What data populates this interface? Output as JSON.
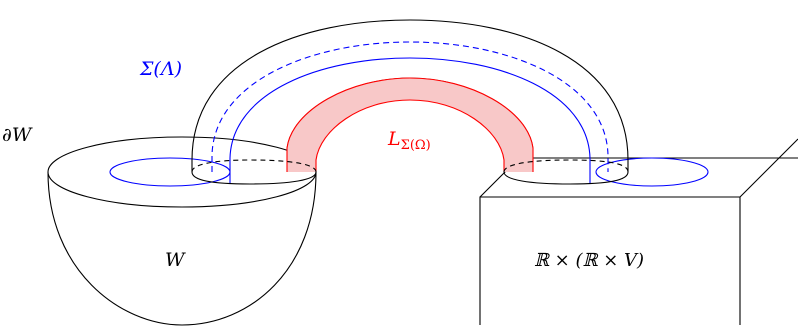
{
  "labels": {
    "boundary": "∂W",
    "sigma": "Σ(Λ)",
    "lagrangian": "L",
    "lagrangian_sub": "Σ(Ω)",
    "filling": "W",
    "symplectization": "ℝ × (ℝ × V)"
  },
  "colors": {
    "outline": "#000000",
    "sigma_curve": "#0000ff",
    "lagrangian_curve": "#ff0000",
    "lagrangian_fill": "#f8c8c8"
  }
}
